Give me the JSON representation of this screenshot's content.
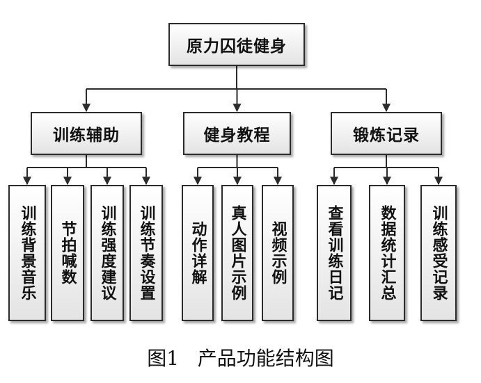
{
  "root": {
    "label": "原力囚徒健身"
  },
  "categories": [
    {
      "label": "训练辅助",
      "children": [
        "训练背景音乐",
        "节拍喊数",
        "训练强度建议",
        "训练节奏设置"
      ]
    },
    {
      "label": "健身教程",
      "children": [
        "动作详解",
        "真人图片示例",
        "视频示例"
      ]
    },
    {
      "label": "锻炼记录",
      "children": [
        "查看训练日记",
        "数据统计汇总",
        "训练感受记录"
      ]
    }
  ],
  "caption": "图1   产品功能结构图",
  "colors": {
    "line": "#2b2b2b",
    "box_border": "#2b2b2b",
    "box_top": "#ffffff",
    "box_bottom": "#e4e4e4"
  }
}
